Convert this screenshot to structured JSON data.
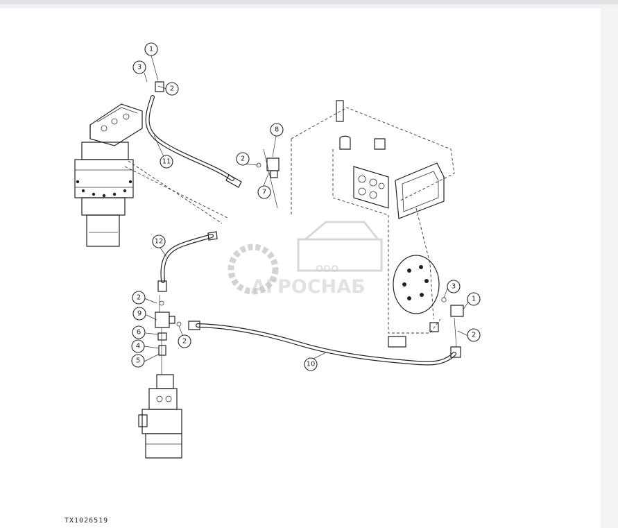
{
  "figure_id": "TX1026519",
  "watermark": {
    "small": "ООО",
    "large": "АГРОСНАБ"
  },
  "callouts": [
    "1",
    "2",
    "3",
    "4",
    "5",
    "6",
    "7",
    "8",
    "9",
    "10",
    "11",
    "12"
  ]
}
